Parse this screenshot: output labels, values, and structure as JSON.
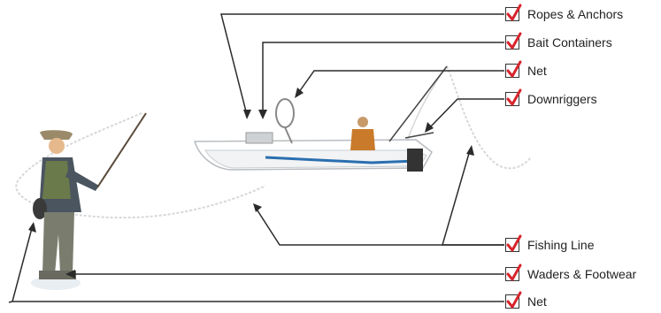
{
  "callouts": [
    {
      "id": "ropes-anchors",
      "label": "Ropes & Anchors",
      "checked": true
    },
    {
      "id": "bait-containers",
      "label": "Bait Containers",
      "checked": true
    },
    {
      "id": "net-boat",
      "label": "Net",
      "checked": true
    },
    {
      "id": "downriggers",
      "label": "Downriggers",
      "checked": true
    },
    {
      "id": "fishing-line",
      "label": "Fishing Line",
      "checked": true
    },
    {
      "id": "waders-footwear",
      "label": "Waders & Footwear",
      "checked": true
    },
    {
      "id": "net-angler",
      "label": "Net",
      "checked": true
    }
  ],
  "colors": {
    "check": "#d8242c",
    "line": "#2b2b2b",
    "box": "#333333"
  }
}
